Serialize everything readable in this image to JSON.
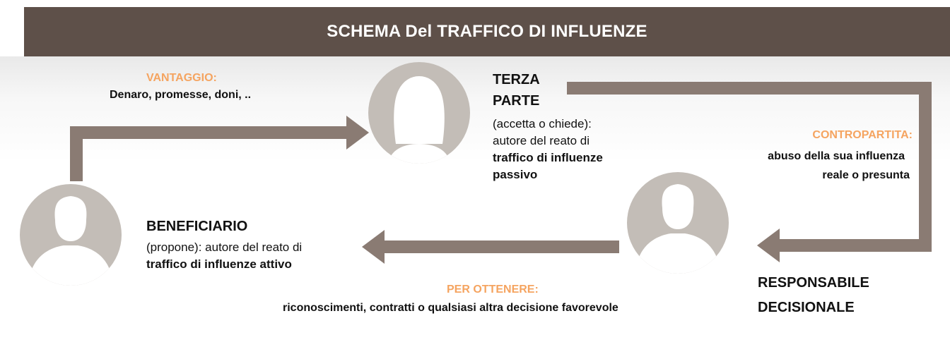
{
  "header": {
    "title": "SCHEMA Del TRAFFICO DI INFLUENZE"
  },
  "colors": {
    "header_bg": "#5e5049",
    "arrow": "#8a7b73",
    "avatar_circle": "#c3bdb7",
    "label_accent": "#f5a460"
  },
  "vantaggio": {
    "label": "VANTAGGIO:",
    "text": "Denaro, promesse, doni, .."
  },
  "terza_parte": {
    "title_line1": "TERZA",
    "title_line2": "PARTE",
    "desc_line1": "(accetta o chiede):",
    "desc_line2": "autore del reato di",
    "desc_line3": "traffico di influenze",
    "desc_line4": "passivo"
  },
  "contropartita": {
    "label": "CONTROPARTITA:",
    "text_line1": "abuso della sua influenza",
    "text_line2": "reale o presunta"
  },
  "beneficiario": {
    "title": "BENEFICIARIO",
    "desc_line1": "(propone): autore del reato di",
    "desc_line2": "traffico di influenze attivo"
  },
  "responsabile": {
    "title_line1": "RESPONSABILE",
    "title_line2": "DECISIONALE"
  },
  "per_ottenere": {
    "label": "PER OTTENERE:",
    "text": "riconoscimenti, contratti o qualsiasi altra decisione favorevole"
  }
}
